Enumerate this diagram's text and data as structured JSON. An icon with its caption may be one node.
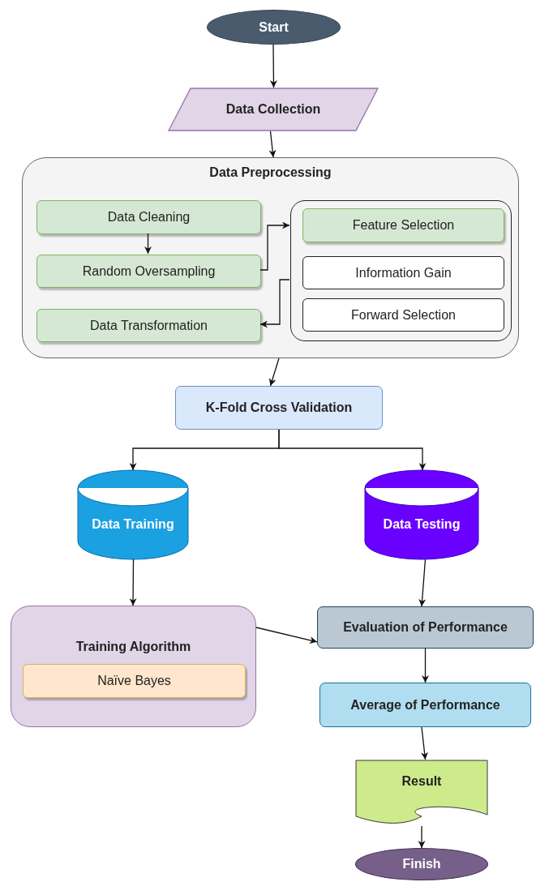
{
  "diagram": {
    "nodes": [
      {
        "text": [
          "Start"
        ]
      },
      {
        "text": [
          "Data Collection"
        ]
      },
      {
        "text": [
          "Data Preprocessing"
        ]
      },
      {
        "text": [
          "Data Cleaning"
        ],
        "in": 2
      },
      {
        "text": [
          "Random Oversampling"
        ],
        "in": 2
      },
      {
        "text": [
          "Data Transformation"
        ],
        "in": 2
      },
      {
        "text": [],
        "shape": "box",
        "in": 2
      },
      {
        "text": [
          "Feature Selection"
        ],
        "in": 6
      },
      {
        "text": [
          "Information Gain"
        ],
        "in": 6
      },
      {
        "text": [
          "Forward Selection"
        ],
        "in": 6
      },
      {
        "text": [
          "K-Fold Cross Validation"
        ]
      },
      {
        "text": [
          "Data Training"
        ]
      },
      {
        "text": [
          "Data Testing"
        ]
      },
      {
        "text": [
          "Training Algorithm"
        ]
      },
      {
        "text": [
          "Naïve Bayes"
        ],
        "in": 13
      },
      {
        "text": [
          "Evaluation of Performance"
        ]
      },
      {
        "text": [
          "Average of Performance"
        ]
      },
      {
        "text": [
          "Result"
        ]
      },
      {
        "text": [
          "Finish"
        ]
      }
    ],
    "edges": [
      {
        "from": 0,
        "to": 1,
        "arrow": "to"
      },
      {
        "from": 1,
        "to": 2,
        "arrow": "to"
      },
      {
        "from": 3,
        "to": 4,
        "arrow": "to"
      },
      {
        "from": 4,
        "to": 6,
        "arrow": "to"
      },
      {
        "from": 6,
        "to": 5,
        "arrow": "to"
      },
      {
        "from": 2,
        "to": 10,
        "arrow": "to"
      },
      {
        "from": 10,
        "to": 11,
        "arrow": "to"
      },
      {
        "from": 10,
        "to": 12,
        "arrow": "to"
      },
      {
        "from": 11,
        "to": 13,
        "arrow": "to"
      },
      {
        "from": 12,
        "to": 15,
        "arrow": "to"
      },
      {
        "from": 13,
        "to": 15,
        "arrow": "to"
      },
      {
        "from": 15,
        "to": 16,
        "arrow": "to"
      },
      {
        "from": 16,
        "to": 17,
        "arrow": "to"
      },
      {
        "from": 17,
        "to": 18,
        "arrow": "to"
      }
    ]
  }
}
